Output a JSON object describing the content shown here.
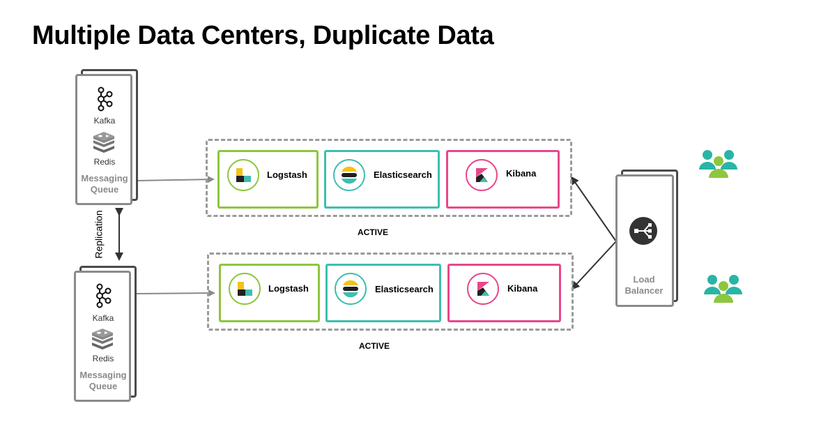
{
  "title": "Multiple Data Centers, Duplicate Data",
  "messaging_queues": [
    {
      "kafka_label": "Kafka",
      "redis_label": "Redis",
      "title_line1": "Messaging",
      "title_line2": "Queue"
    },
    {
      "kafka_label": "Kafka",
      "redis_label": "Redis",
      "title_line1": "Messaging",
      "title_line2": "Queue"
    }
  ],
  "replication_label": "Replication",
  "data_centers": [
    {
      "status": "ACTIVE",
      "services": {
        "logstash": "Logstash",
        "elasticsearch": "Elasticsearch",
        "kibana": "Kibana"
      }
    },
    {
      "status": "ACTIVE",
      "services": {
        "logstash": "Logstash",
        "elasticsearch": "Elasticsearch",
        "kibana": "Kibana"
      }
    }
  ],
  "load_balancer": {
    "line1": "Load",
    "line2": "Balancer"
  },
  "colors": {
    "logstash": "#8dc63f",
    "elasticsearch": "#3ebeb0",
    "kibana": "#e8478b",
    "users_teal": "#28b5a5",
    "users_green": "#8dc63f",
    "box_border": "#8a8a8a",
    "dashed": "#9a9a9a"
  },
  "icons": [
    "kafka-icon",
    "redis-icon",
    "logstash-icon",
    "elasticsearch-icon",
    "kibana-icon",
    "load-balancer-icon",
    "users-icon"
  ]
}
